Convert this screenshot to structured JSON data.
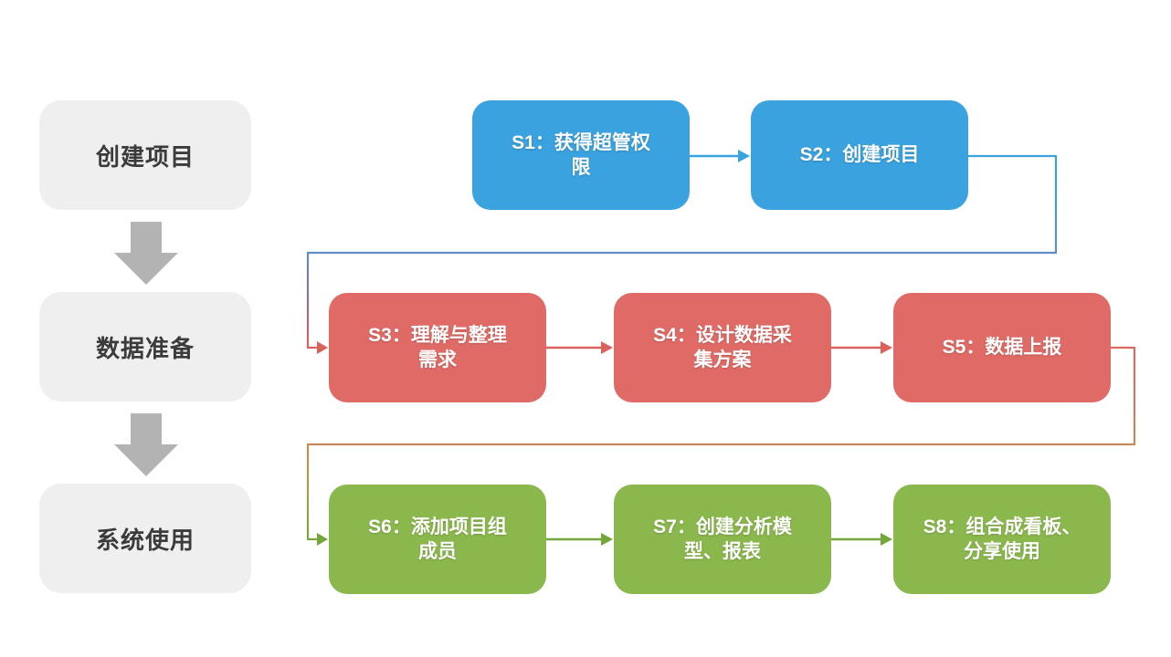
{
  "diagram": {
    "type": "flowchart",
    "background": "#ffffff"
  },
  "phases": [
    {
      "label": "创建项目"
    },
    {
      "label": "数据准备"
    },
    {
      "label": "系统使用"
    }
  ],
  "steps": [
    {
      "id": "S1",
      "label": "S1：获得超管权限",
      "lines": [
        "S1：获得超管权",
        "限"
      ],
      "color": "#3AA2DE",
      "row": "创建项目"
    },
    {
      "id": "S2",
      "label": "S2：创建项目",
      "lines": [
        "S2：创建项目"
      ],
      "color": "#3AA2DE",
      "row": "创建项目"
    },
    {
      "id": "S3",
      "label": "S3：理解与整理需求",
      "lines": [
        "S3：理解与整理",
        "需求"
      ],
      "color": "#E06B66",
      "row": "数据准备"
    },
    {
      "id": "S4",
      "label": "S4：设计数据采集方案",
      "lines": [
        "S4：设计数据采",
        "集方案"
      ],
      "color": "#E06B66",
      "row": "数据准备"
    },
    {
      "id": "S5",
      "label": "S5：数据上报",
      "lines": [
        "S5：数据上报"
      ],
      "color": "#E06B66",
      "row": "数据准备"
    },
    {
      "id": "S6",
      "label": "S6：添加项目组成员",
      "lines": [
        "S6：添加项目组",
        "成员"
      ],
      "color": "#8BB84D",
      "row": "系统使用"
    },
    {
      "id": "S7",
      "label": "S7：创建分析模型、报表",
      "lines": [
        "S7：创建分析模",
        "型、报表"
      ],
      "color": "#8BB84D",
      "row": "系统使用"
    },
    {
      "id": "S8",
      "label": "S8：组合成看板、分享使用",
      "lines": [
        "S8：组合成看板、",
        "分享使用"
      ],
      "color": "#8BB84D",
      "row": "系统使用"
    }
  ],
  "edges": [
    "创建项目→数据准备",
    "数据准备→系统使用",
    "S1→S2",
    "S2→S3",
    "S3→S4",
    "S4→S5",
    "S5→S6",
    "S6→S7",
    "S7→S8"
  ],
  "colors": {
    "blue": "#3AA2DE",
    "red": "#E06B66",
    "green": "#8BB84D",
    "phase_box": "#EFEFEF",
    "phase_text": "#3B3B3B",
    "phase_arrow": "#B3B3B3",
    "connector_steel_blue": "#5E8EC2",
    "connector_tan": "#C68A58",
    "arrow_red": "#DA625C",
    "arrow_green": "#74A63C"
  }
}
